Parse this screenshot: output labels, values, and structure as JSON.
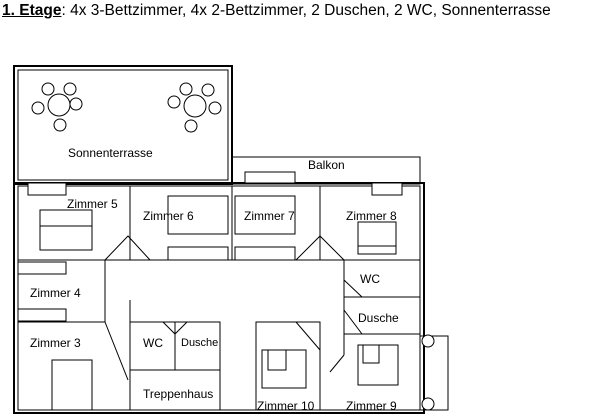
{
  "heading": {
    "label": "1. Etage",
    "separator": ":",
    "text": " 4x 3-Bettzimmer, 4x 2-Bettzimmer, 2 Duschen, 2 WC, Sonnenterrasse"
  },
  "rooms": {
    "sonnenterrasse": "Sonnenterrasse",
    "balkon": "Balkon",
    "zimmer5": "Zimmer 5",
    "zimmer6": "Zimmer 6",
    "zimmer7": "Zimmer 7",
    "zimmer8": "Zimmer 8",
    "zimmer4": "Zimmer 4",
    "zimmer3": "Zimmer 3",
    "wc_right": "WC",
    "dusche_right": "Dusche",
    "wc_center": "WC",
    "dusche_center": "Dusche",
    "treppenhaus": "Treppenhaus",
    "zimmer10": "Zimmer 10",
    "zimmer9": "Zimmer 9"
  }
}
